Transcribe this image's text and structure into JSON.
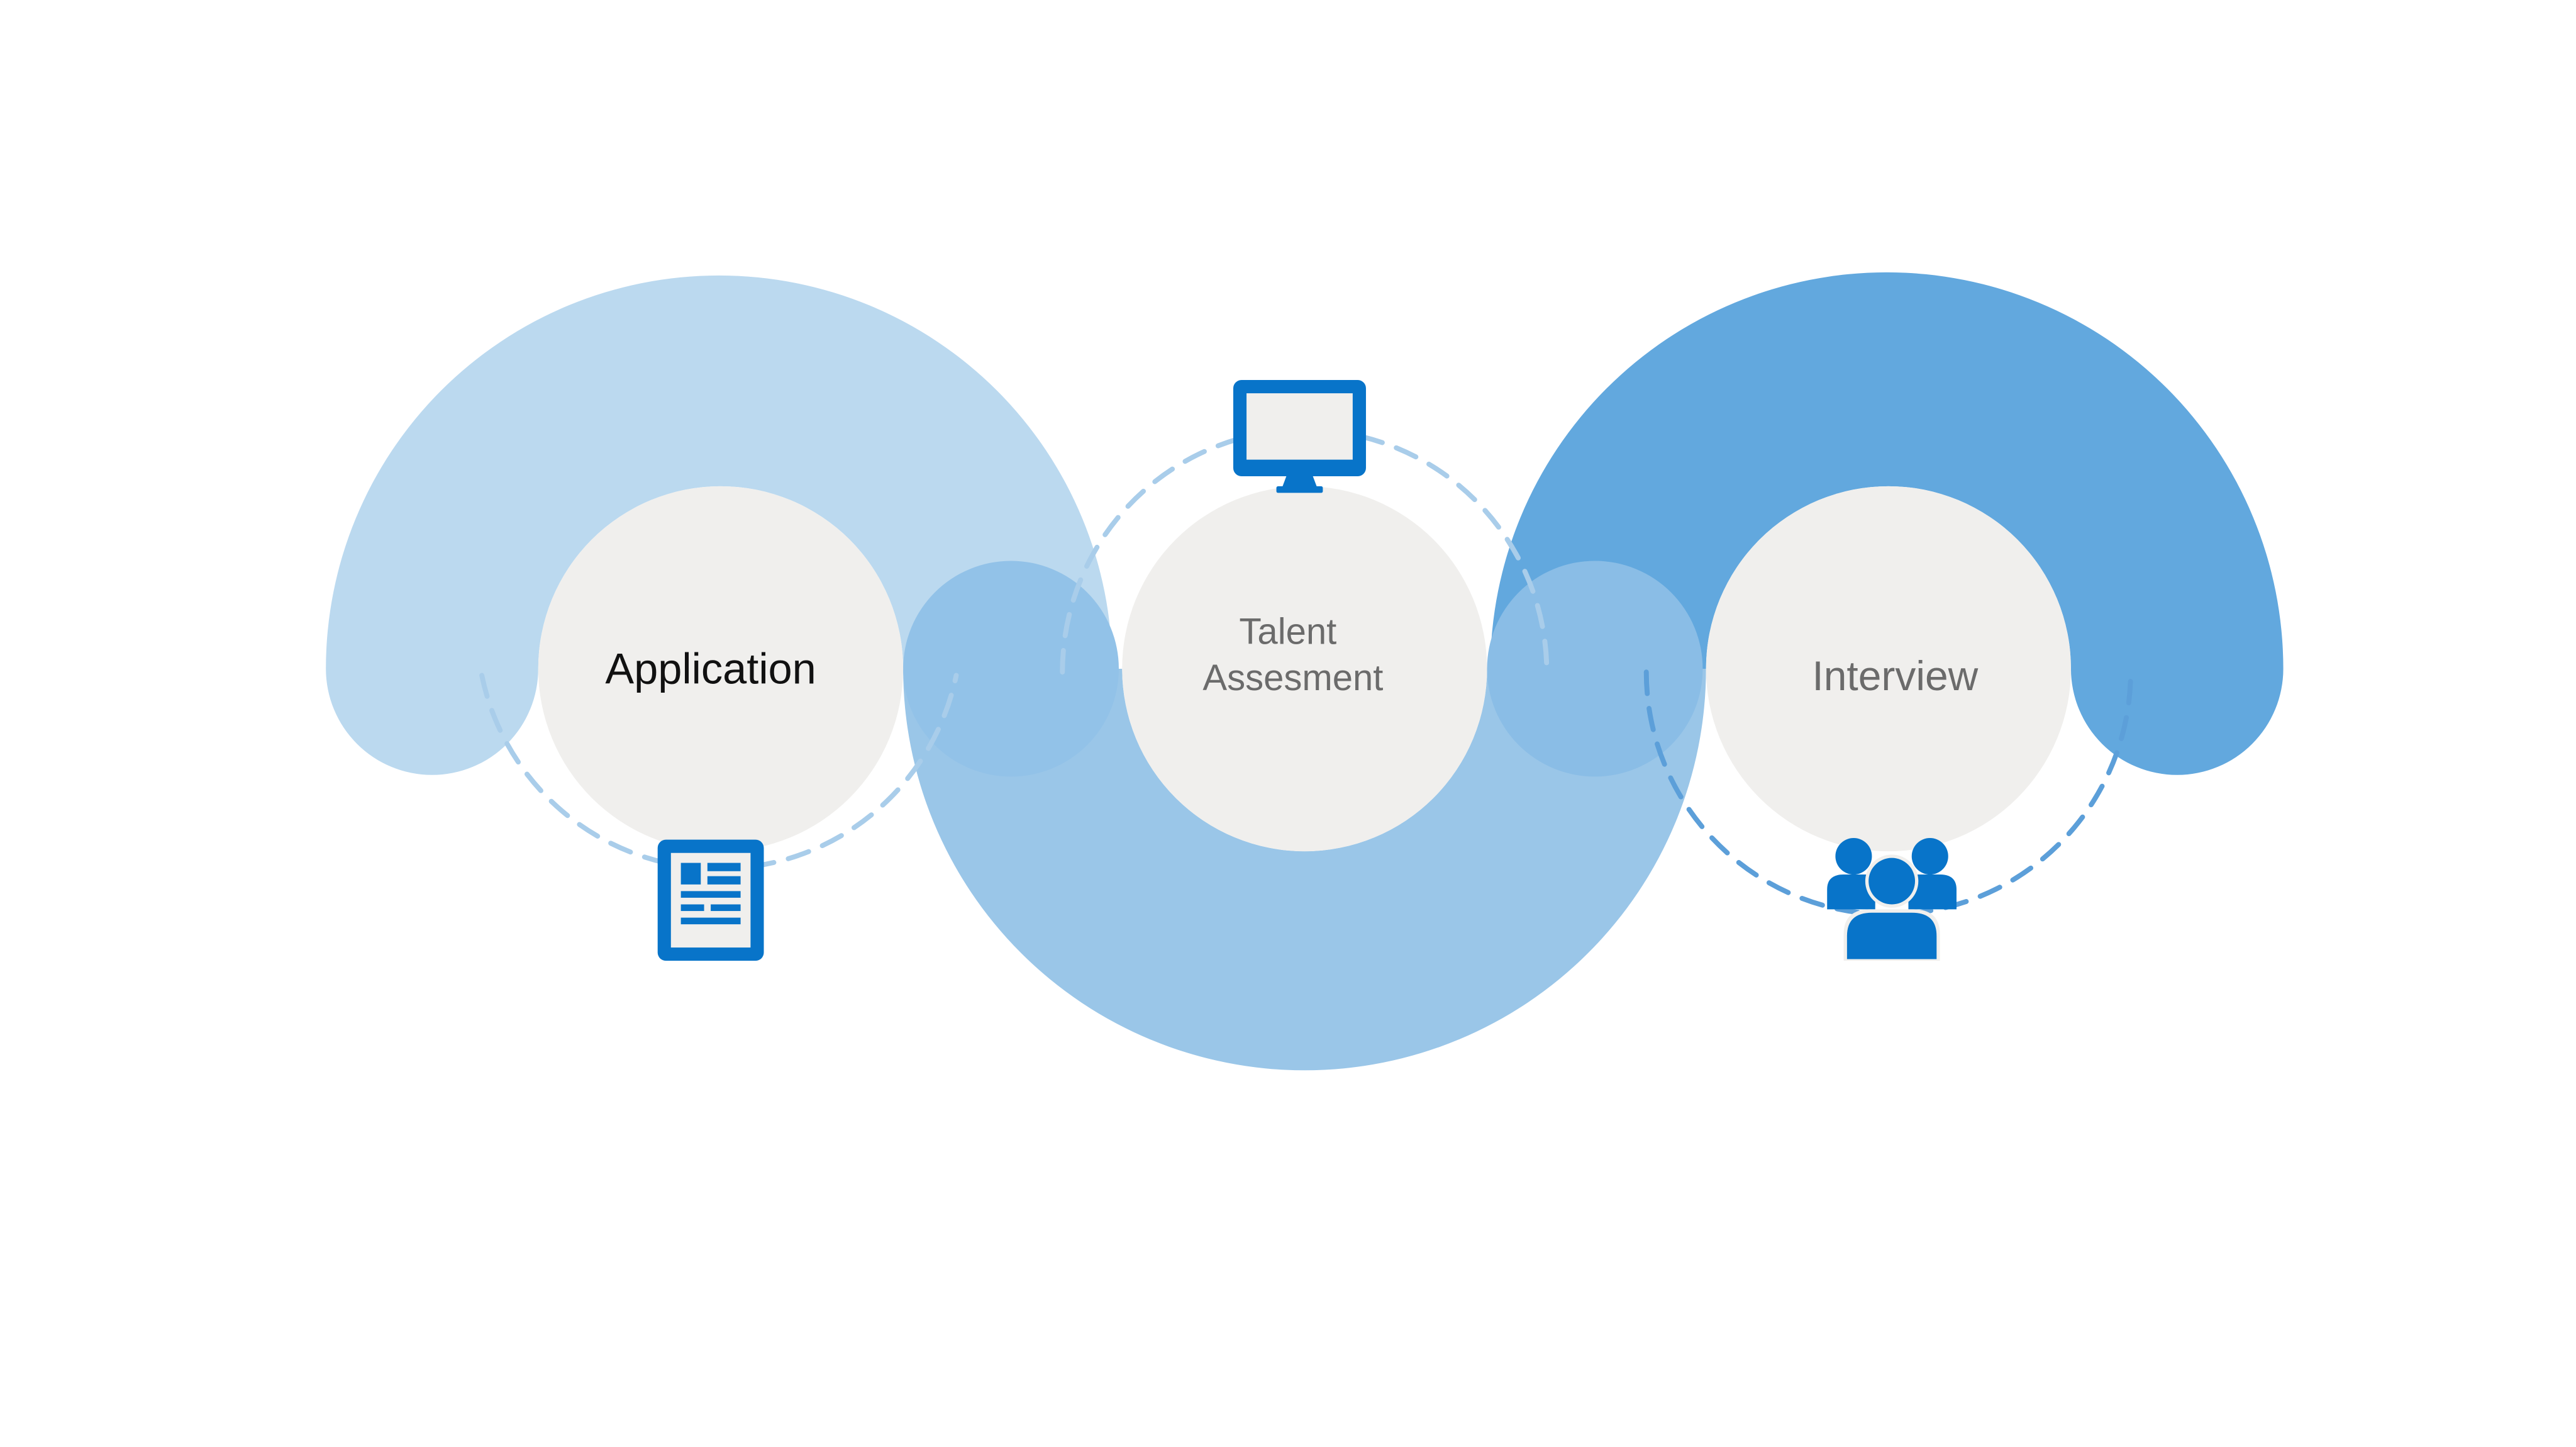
{
  "steps": [
    {
      "label_lines": [
        "Application"
      ],
      "icon": "document-icon"
    },
    {
      "label_lines": [
        "Talent",
        "Assesment"
      ],
      "icon": "monitor-icon"
    },
    {
      "label_lines": [
        "Interview"
      ],
      "icon": "people-icon"
    }
  ],
  "colors": {
    "arc_light": "#bbd9ef",
    "arc_middle": "#9ac6e8",
    "arc_dark": "#62a8de",
    "connector_left": "#92c2e8",
    "connector_right": "#8abde6",
    "inner_circle": "#f0efed",
    "dashed_light": "#a9cdea",
    "dashed_dark": "#5c9fd9",
    "icon_blue": "#0874c9",
    "label_dark": "#111111",
    "label_grey": "#6b6b6b"
  }
}
